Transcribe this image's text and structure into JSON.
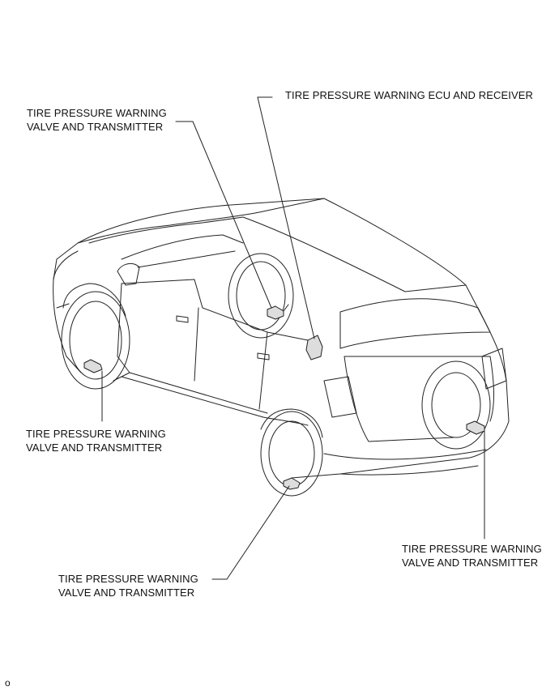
{
  "labels": {
    "ecu": {
      "line1": "TIRE PRESSURE WARNING ECU AND RECEIVER"
    },
    "front_right": {
      "line1": "TIRE PRESSURE WARNING",
      "line2": "VALVE AND TRANSMITTER"
    },
    "front_left": {
      "line1": "TIRE PRESSURE WARNING",
      "line2": "VALVE AND TRANSMITTER"
    },
    "rear_left": {
      "line1": "TIRE PRESSURE WARNING",
      "line2": "VALVE AND TRANSMITTER"
    },
    "rear_spare": {
      "line1": "TIRE PRESSURE WARNING",
      "line2": "VALVE AND TRANSMITTER"
    }
  },
  "corner_mark": "o"
}
